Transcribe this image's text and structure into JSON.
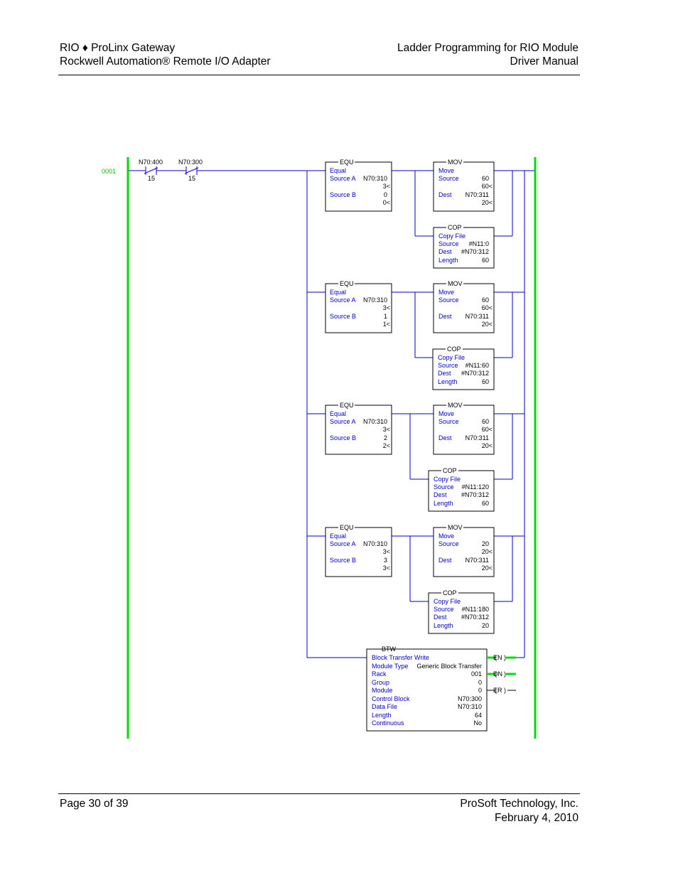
{
  "header": {
    "left_line1": "RIO ♦ ProLinx Gateway",
    "left_line2": "Rockwell Automation® Remote I/O Adapter",
    "right_line1": "Ladder Programming for RIO Module",
    "right_line2": "Driver Manual"
  },
  "footer": {
    "left": "Page 30 of 39",
    "right_line1": "ProSoft Technology, Inc.",
    "right_line2": "February 4, 2010"
  },
  "colors": {
    "rail": "#00dd00",
    "wire": "#0000cc",
    "rung_number": "#00c000"
  },
  "ladder": {
    "rung_number": "0001",
    "contacts": [
      {
        "address": "N70:400",
        "bit": "15"
      },
      {
        "address": "N70:300",
        "bit": "15"
      }
    ],
    "branches": [
      {
        "equ": {
          "title": "EQU",
          "name": "Equal",
          "src_a_label": "Source A",
          "src_a": "N70:310",
          "src_a_val": "3<",
          "src_b_label": "Source B",
          "src_b": "0",
          "src_b_val": "0<"
        },
        "mov": {
          "title": "MOV",
          "name": "Move",
          "src_label": "Source",
          "src": "60",
          "src_val": "60<",
          "dest_label": "Dest",
          "dest": "N70:311",
          "dest_val": "20<"
        },
        "cop": {
          "title": "COP",
          "name": "Copy File",
          "src_label": "Source",
          "src": "#N11:0",
          "dest_label": "Dest",
          "dest": "#N70:312",
          "len_label": "Length",
          "len": "60"
        }
      },
      {
        "equ": {
          "title": "EQU",
          "name": "Equal",
          "src_a_label": "Source A",
          "src_a": "N70:310",
          "src_a_val": "3<",
          "src_b_label": "Source B",
          "src_b": "1",
          "src_b_val": "1<"
        },
        "mov": {
          "title": "MOV",
          "name": "Move",
          "src_label": "Source",
          "src": "60",
          "src_val": "60<",
          "dest_label": "Dest",
          "dest": "N70:311",
          "dest_val": "20<"
        },
        "cop": {
          "title": "COP",
          "name": "Copy File",
          "src_label": "Source",
          "src": "#N11:60",
          "dest_label": "Dest",
          "dest": "#N70:312",
          "len_label": "Length",
          "len": "60"
        }
      },
      {
        "equ": {
          "title": "EQU",
          "name": "Equal",
          "src_a_label": "Source A",
          "src_a": "N70:310",
          "src_a_val": "3<",
          "src_b_label": "Source B",
          "src_b": "2",
          "src_b_val": "2<"
        },
        "mov": {
          "title": "MOV",
          "name": "Move",
          "src_label": "Source",
          "src": "60",
          "src_val": "60<",
          "dest_label": "Dest",
          "dest": "N70:311",
          "dest_val": "20<"
        },
        "cop": {
          "title": "COP",
          "name": "Copy File",
          "src_label": "Source",
          "src": "#N11:120",
          "dest_label": "Dest",
          "dest": "#N70:312",
          "len_label": "Length",
          "len": "60"
        }
      },
      {
        "equ": {
          "title": "EQU",
          "name": "Equal",
          "src_a_label": "Source A",
          "src_a": "N70:310",
          "src_a_val": "3<",
          "src_b_label": "Source B",
          "src_b": "3",
          "src_b_val": "3<"
        },
        "mov": {
          "title": "MOV",
          "name": "Move",
          "src_label": "Source",
          "src": "20",
          "src_val": "20<",
          "dest_label": "Dest",
          "dest": "N70:311",
          "dest_val": "20<"
        },
        "cop": {
          "title": "COP",
          "name": "Copy File",
          "src_label": "Source",
          "src": "#N11:180",
          "dest_label": "Dest",
          "dest": "#N70:312",
          "len_label": "Length",
          "len": "20"
        }
      }
    ],
    "btw": {
      "title": "BTW",
      "name": "Block Transfer Write",
      "module_type_label": "Module Type",
      "module_type": "Generic Block Transfer",
      "rack_label": "Rack",
      "rack": "001",
      "group_label": "Group",
      "group": "0",
      "module_label": "Module",
      "module": "0",
      "control_label": "Control Block",
      "control": "N70:300",
      "data_label": "Data File",
      "data": "N70:310",
      "length_label": "Length",
      "length": "64",
      "continuous_label": "Continuous",
      "continuous": "No",
      "outputs": [
        "EN",
        "DN",
        "ER"
      ]
    }
  }
}
